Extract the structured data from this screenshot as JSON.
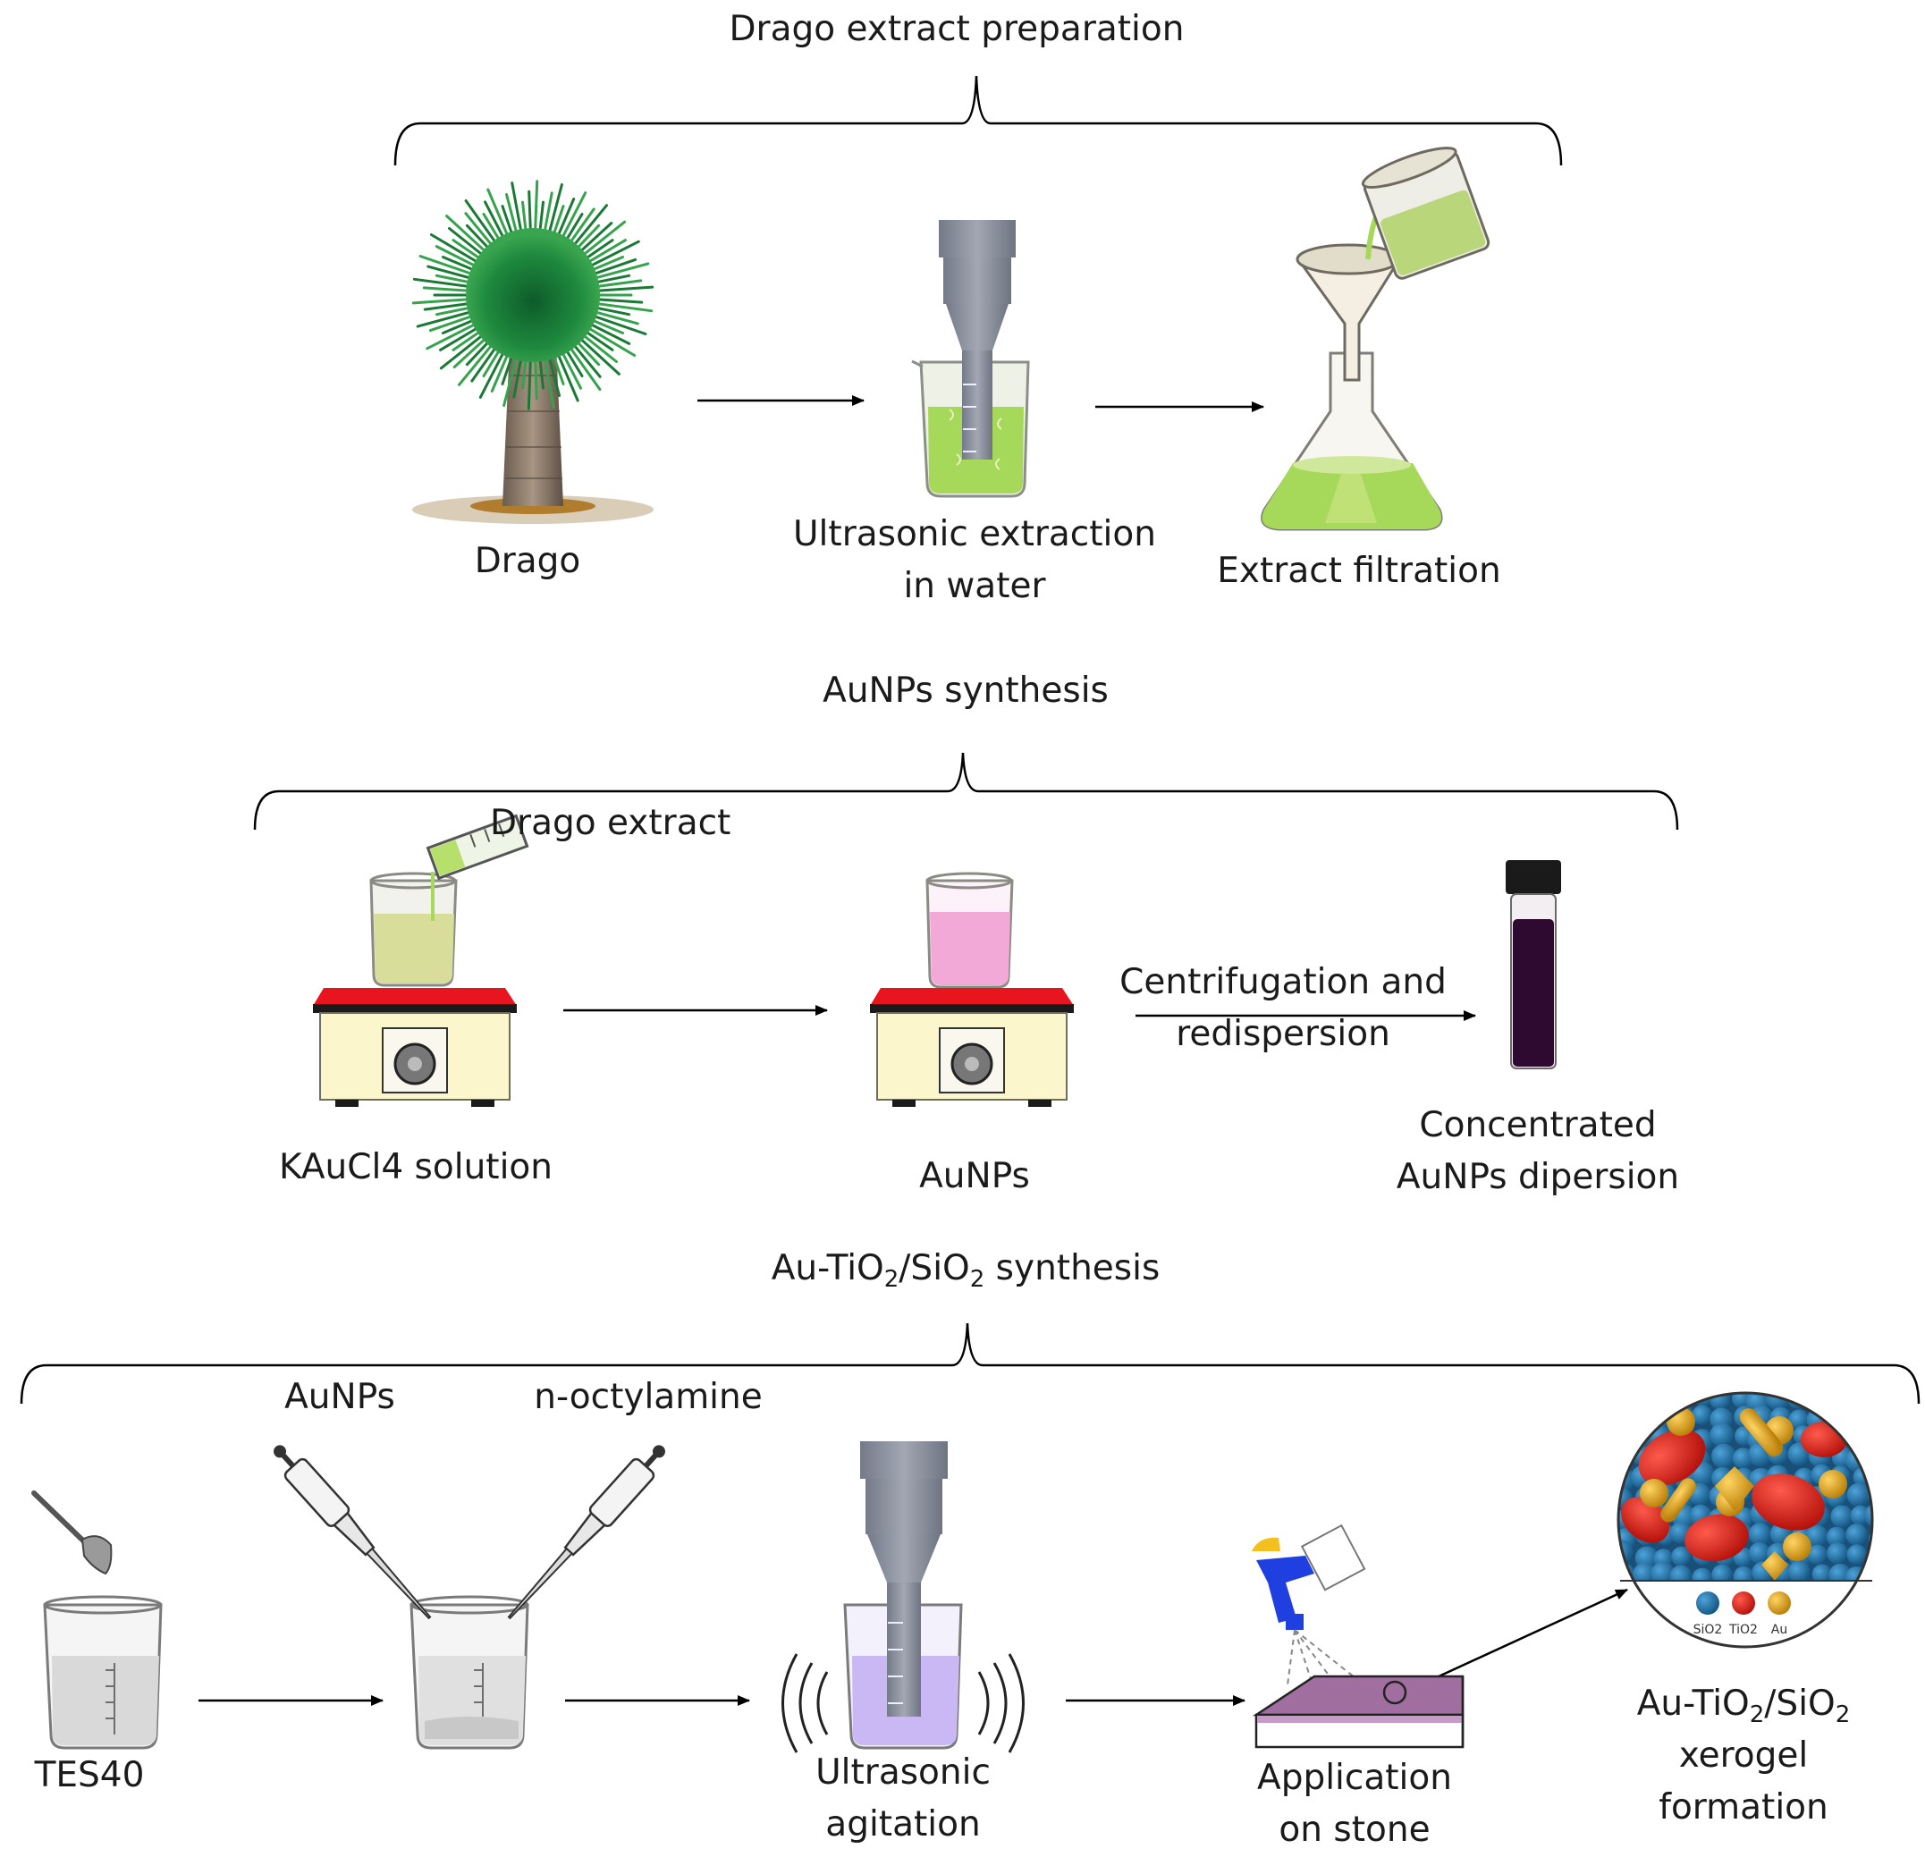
{
  "sections": {
    "drago_prep": {
      "title": "Drago extract preparation",
      "steps": {
        "drago": "Drago",
        "ultrasonic_line1": "Ultrasonic extraction",
        "ultrasonic_line2": "in water",
        "filtration": "Extract filtration"
      }
    },
    "aunps": {
      "title": "AuNPs synthesis",
      "steps": {
        "drago_extract": "Drago extract",
        "kaucl4": "KAuCl4 solution",
        "aunps": "AuNPs",
        "centrifugation_line1": "Centrifugation and",
        "centrifugation_line2": "redispersion",
        "concentrated_line1": "Concentrated",
        "concentrated_line2": "AuNPs dipersion"
      }
    },
    "xerogel": {
      "title": {
        "a": "Au-TiO",
        "sub1": "2",
        "b": "/SiO",
        "sub2": "2",
        "c": " synthesis"
      },
      "steps": {
        "aunps": "AuNPs",
        "octylamine": "n-octylamine",
        "tes40": "TES40",
        "ultrasonic_line1": "Ultrasonic",
        "ultrasonic_line2": "agitation",
        "application_line1": "Application",
        "application_line2": "on stone",
        "formation": {
          "a": "Au-TiO",
          "sub1": "2",
          "b": "/SiO",
          "sub2": "2",
          "line2": "xerogel",
          "line3": "formation"
        }
      },
      "legend": {
        "sio2": "SiO2",
        "tio2": "TiO2",
        "au": "Au"
      }
    }
  },
  "colors": {
    "extract_green": "#a6d85a",
    "hotplate_red": "#e8141e",
    "hotplate_body": "#fbf6cc",
    "aunps_pink": "#f3a9d8",
    "vial_dark": "#2e0a30",
    "ultrasonic_purple": "#c9b8f3",
    "stone_purple": "#a06fa0",
    "sio2_blue": "#1f6fa8",
    "tio2_red": "#e0231b",
    "au_gold": "#e3a514",
    "probe_gray": "#8a8f9e",
    "sprayer_blue": "#1f3fe0"
  }
}
